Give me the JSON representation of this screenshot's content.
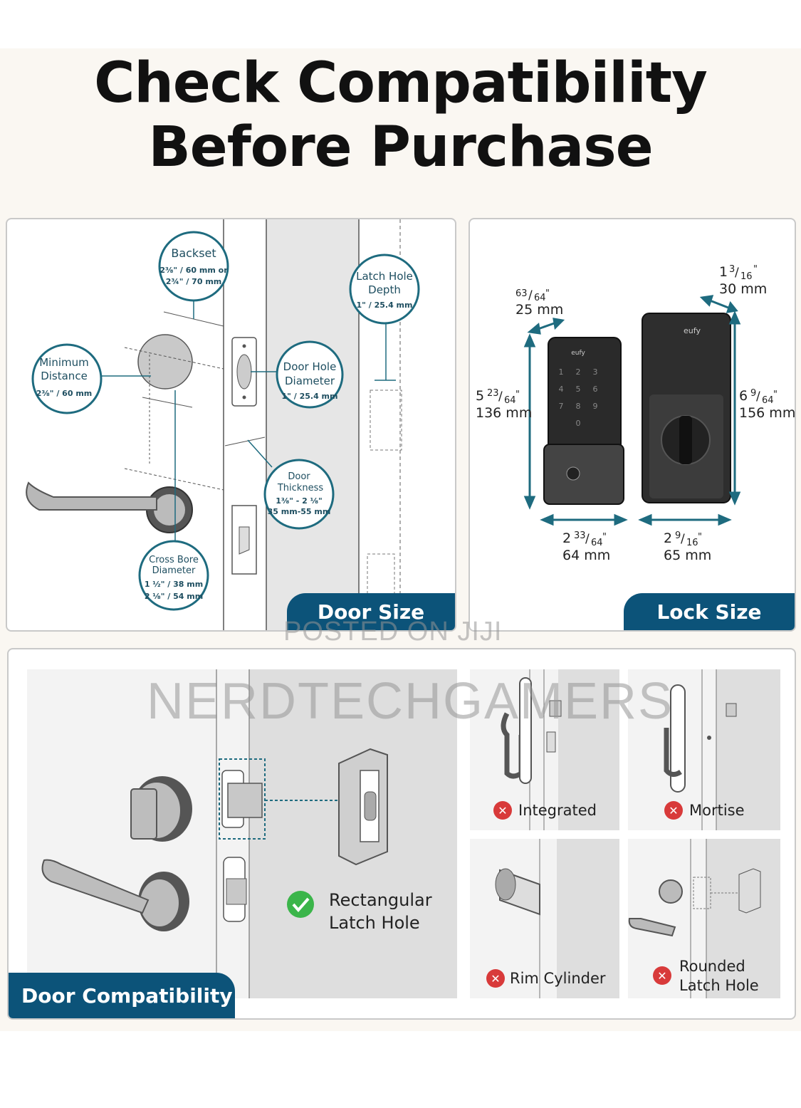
{
  "header": {
    "line1": "Check Compatibility",
    "line2": "Before Purchase"
  },
  "door_size": {
    "tab": "Door Size",
    "backset": {
      "title": "Backset",
      "v1": "2⅜\" / 60 mm or",
      "v2": "2¾\" / 70 mm"
    },
    "min_distance": {
      "t1": "Minimum",
      "t2": "Distance",
      "v": "2⅜\" / 60 mm"
    },
    "door_hole": {
      "t1": "Door Hole",
      "t2": "Diameter",
      "v": "1\" / 25.4 mm"
    },
    "door_thickness": {
      "t1": "Door",
      "t2": "Thickness",
      "v1": "1⅜\" - 2 ⅛\"",
      "v2": "35 mm-55 mm"
    },
    "cross_bore": {
      "t1": "Cross Bore",
      "t2": "Diameter",
      "v1": "1 ½\" / 38 mm",
      "v2": "2 ⅛\" / 54 mm"
    },
    "latch_depth": {
      "t1": "Latch Hole",
      "t2": "Depth",
      "v": "1\" / 25.4 mm"
    }
  },
  "lock_size": {
    "tab": "Lock Size",
    "brand": "eufy",
    "keypad_depth": {
      "whole": "",
      "num": "63",
      "den": "64",
      "mm": "25 mm"
    },
    "deadbolt_depth": {
      "whole": "1",
      "num": "3",
      "den": "16",
      "mm": "30 mm"
    },
    "keypad_height": {
      "whole": "5",
      "num": "23",
      "den": "64",
      "mm": "136 mm"
    },
    "deadbolt_height": {
      "whole": "6",
      "num": "9",
      "den": "64",
      "mm": "156 mm"
    },
    "keypad_width": {
      "whole": "2",
      "num": "33",
      "den": "64",
      "mm": "64 mm"
    },
    "deadbolt_width": {
      "whole": "2",
      "num": "9",
      "den": "16",
      "mm": "65 mm"
    },
    "keys": [
      "1",
      "2",
      "3",
      "4",
      "5",
      "6",
      "7",
      "8",
      "9",
      "",
      "0",
      ""
    ]
  },
  "door_compat": {
    "tab": "Door Compatibility",
    "ok_l1": "Rectangular",
    "ok_l2": "Latch Hole",
    "integrated": "Integrated",
    "mortise": "Mortise",
    "rim": "Rim Cylinder",
    "rounded_l1": "Rounded",
    "rounded_l2": "Latch Hole"
  },
  "watermark": {
    "small": "POSTED ON JIJI",
    "big": "NERDTECHGAMERS"
  },
  "colors": {
    "accent": "#0c5379",
    "teal": "#1e6b7f",
    "ok": "#3bb54a",
    "bad": "#d83a3a"
  }
}
